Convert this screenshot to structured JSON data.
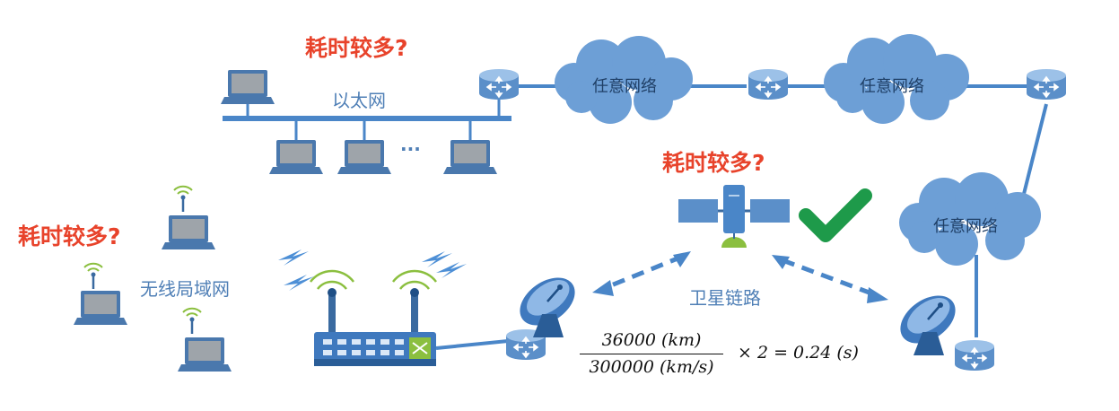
{
  "annotations": {
    "ethernet_question": "耗时较多?",
    "satellite_question": "耗时较多?",
    "wireless_question": "耗时较多?"
  },
  "labels": {
    "ethernet": "以太网",
    "ellipsis": "···",
    "wireless_lan": "无线局域网",
    "satellite_link": "卫星链路",
    "cloud_1": "任意网络",
    "cloud_2": "任意网络",
    "cloud_3": "任意网络"
  },
  "formula": {
    "numerator": "36000  (km)",
    "denominator": "300000  (km/s)",
    "multiply": "×  2  =  0.24  (s)"
  },
  "colors": {
    "accent_red": "#e8432b",
    "label_blue": "#4f7fb6",
    "router_blue": "#5b8fc9",
    "link_blue": "#4a86c8",
    "cloud_blue": "#6d9fd6",
    "check_green": "#1e9a4a",
    "signal_green": "#8bbf3f"
  },
  "icons": [
    "computer-icon",
    "router-icon",
    "cloud-icon",
    "satellite-icon",
    "satellite-dish-icon",
    "wireless-router-icon",
    "lightning-signal-icon",
    "checkmark-icon"
  ]
}
